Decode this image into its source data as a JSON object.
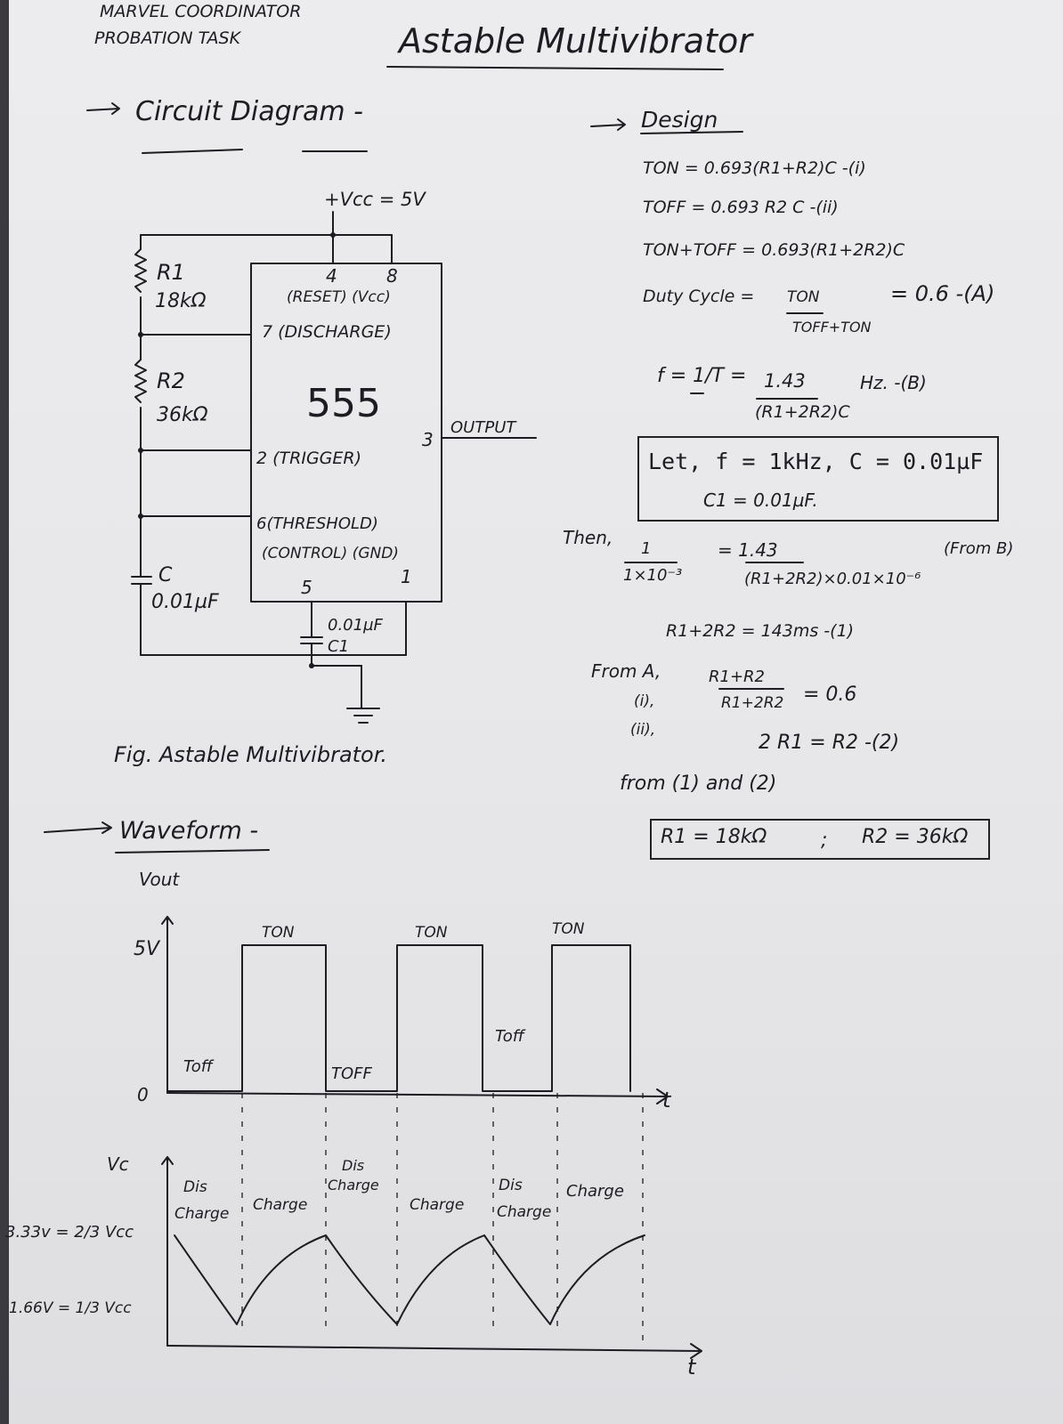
{
  "header": {
    "line1": "MARVEL COORDINATOR",
    "line2": "PROBATION TASK",
    "title": "Astable Multivibrator"
  },
  "circuit": {
    "heading": "Circuit Diagram -",
    "vcc": "+Vcc = 5V",
    "r1_name": "R1",
    "r1_value": "18kΩ",
    "r2_name": "R2",
    "r2_value": "36kΩ",
    "c_name": "C",
    "c_value": "0.01µF",
    "pin4": "4",
    "pin8": "8",
    "reset_vcc": "(RESET)   (Vcc)",
    "discharge": "7 (DISCHARGE)",
    "chip": "555",
    "trigger": "2 (TRIGGER)",
    "pin3": "3",
    "output": "OUTPUT",
    "threshold": "6(THRESHOLD)",
    "control_gnd": "(CONTROL)   (GND)",
    "pin5": "5",
    "pin1": "1",
    "c1_value": "0.01µF",
    "c1_name": "C1",
    "caption": "Fig. Astable Multivibrator."
  },
  "design": {
    "heading": "Design",
    "eq1": "TON = 0.693(R1+R2)C -(i)",
    "eq2": "TOFF = 0.693 R2 C -(ii)",
    "eq3": "TON+TOFF = 0.693(R1+2R2)C",
    "duty_label": "Duty Cycle =",
    "duty_num": "TON",
    "duty_den": "TOFF+TON",
    "duty_val": "= 0.6 -(A)",
    "freq_left": "f = 1/T =",
    "freq_num": "1.43",
    "freq_den": "(R1+2R2)C",
    "freq_unit": "Hz.  -(B)",
    "let_line1": "Let, f = 1kHz, C = 0.01µF",
    "let_line2": "C1 = 0.01µF.",
    "then": "Then,",
    "then_num": "1",
    "then_den": "1×10⁻³",
    "then_eq": "= 1.43",
    "then_den2": "(R1+2R2)×0.01×10⁻⁶",
    "then_from": "(From B)",
    "result1": "R1+2R2 = 143ms -(1)",
    "fromA": "From A,",
    "from_i": "(i),",
    "from_ii": "(ii),",
    "ratio_num": "R1+R2",
    "ratio_den": "R1+2R2",
    "ratio_val": "= 0.6",
    "result2": "2 R1 = R2 -(2)",
    "from12": "from (1) and (2)",
    "final_r1": "R1 = 18kΩ",
    "final_sep": ";",
    "final_r2": "R2 = 36kΩ"
  },
  "waveform": {
    "heading": "Waveform -",
    "vout": "Vout",
    "five": "5V",
    "zero": "0",
    "ton1": "TON",
    "ton2": "TON",
    "ton3": "TON",
    "toff1": "Toff",
    "toff2": "TOFF",
    "toff3": "Toff",
    "t_axis": "t",
    "vc": "Vc",
    "dis1": "Dis",
    "charge_a": "Charge",
    "charge1": "Charge",
    "dis2": "Dis",
    "charge_b": "Charge",
    "charge2": "Charge",
    "dis3": "Dis",
    "charge_c": "Charge",
    "charge3": "Charge",
    "v_high": "3.33v = 2/3 Vcc",
    "v_low": "1.66V = 1/3 Vcc",
    "t_axis2": "t"
  }
}
